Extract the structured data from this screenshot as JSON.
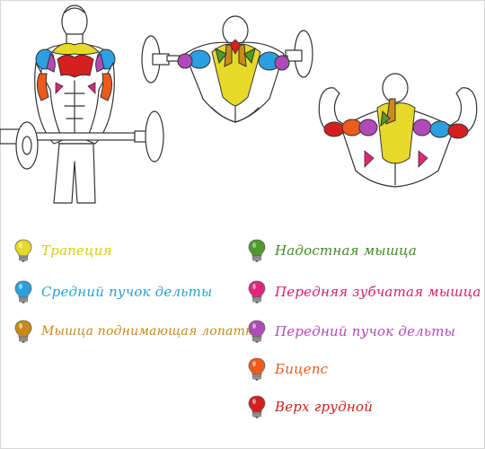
{
  "legend": [
    {
      "key": "trapezius",
      "label": "Трапеция",
      "color": "#e6d92a",
      "icon": "yellow-bulb-icon"
    },
    {
      "key": "middle-delt",
      "label": "Средний пучок дельты",
      "color": "#2aa0e0",
      "icon": "blue-bulb-icon"
    },
    {
      "key": "levator-scapulae",
      "label": "Мышца поднимающая лопатку",
      "color": "#c98a1a",
      "icon": "orange-brown-bulb-icon"
    },
    {
      "key": "supraspinatus",
      "label": "Надостная мышца",
      "color": "#4e9a2c",
      "icon": "green-bulb-icon"
    },
    {
      "key": "serratus-anterior",
      "label": "Передняя зубчатая мышца",
      "color": "#e0267a",
      "icon": "pink-bulb-icon"
    },
    {
      "key": "anterior-delt",
      "label": "Передний пучок дельты",
      "color": "#b04ab8",
      "icon": "purple-bulb-icon"
    },
    {
      "key": "biceps",
      "label": "Бицепс",
      "color": "#ee5a1c",
      "icon": "orange-bulb-icon"
    },
    {
      "key": "upper-chest",
      "label": "Верх грудной",
      "color": "#d42020",
      "icon": "red-bulb-icon"
    }
  ]
}
